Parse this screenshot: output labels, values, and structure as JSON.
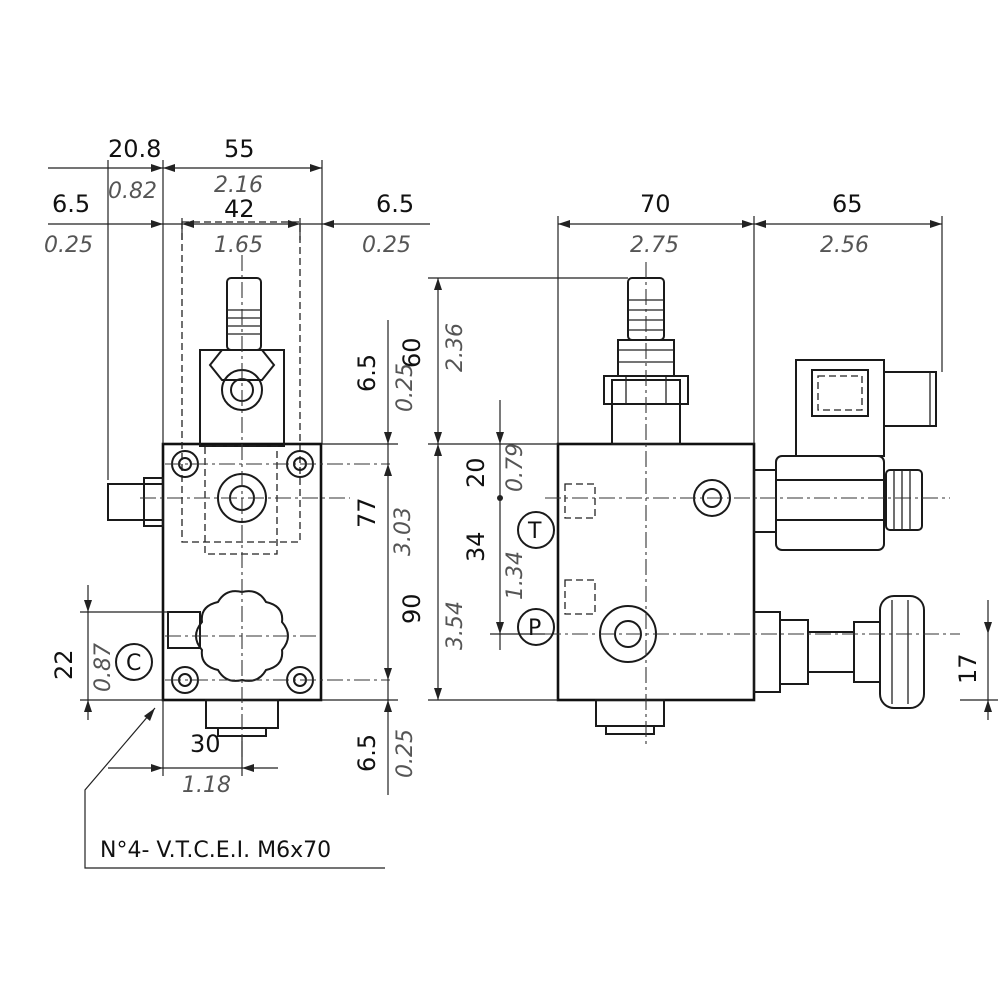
{
  "dimensions": {
    "top_20_8": {
      "mm": "20.8",
      "inch": "0.82"
    },
    "top_55": {
      "mm": "55",
      "inch": "2.16"
    },
    "top_42": {
      "mm": "42",
      "inch": "1.65"
    },
    "left_6_5": {
      "mm": "6.5",
      "inch": "0.25"
    },
    "right_6_5": {
      "mm": "6.5",
      "inch": "0.25"
    },
    "width_70": {
      "mm": "70",
      "inch": "2.75"
    },
    "width_65": {
      "mm": "65",
      "inch": "2.56"
    },
    "height_60": {
      "mm": "60",
      "inch": "2.36"
    },
    "height_6_5_upper": {
      "mm": "6.5",
      "inch": "0.25"
    },
    "height_77": {
      "mm": "77",
      "inch": "3.03"
    },
    "height_90": {
      "mm": "90",
      "inch": "3.54"
    },
    "height_20": {
      "mm": "20",
      "inch": "0.79"
    },
    "height_34": {
      "mm": "34",
      "inch": "1.34"
    },
    "height_22": {
      "mm": "22",
      "inch": "0.87"
    },
    "height_6_5_lower": {
      "mm": "6.5",
      "inch": "0.25"
    },
    "bottom_30": {
      "mm": "30",
      "inch": "1.18"
    },
    "right_17": {
      "mm": "17"
    }
  },
  "ports": {
    "c": "C",
    "t": "T",
    "p": "P"
  },
  "note": "N°4- V.T.C.E.I. M6x70",
  "icons": [
    "hex-nut-icon",
    "knob-icon",
    "solenoid-coil-icon"
  ]
}
